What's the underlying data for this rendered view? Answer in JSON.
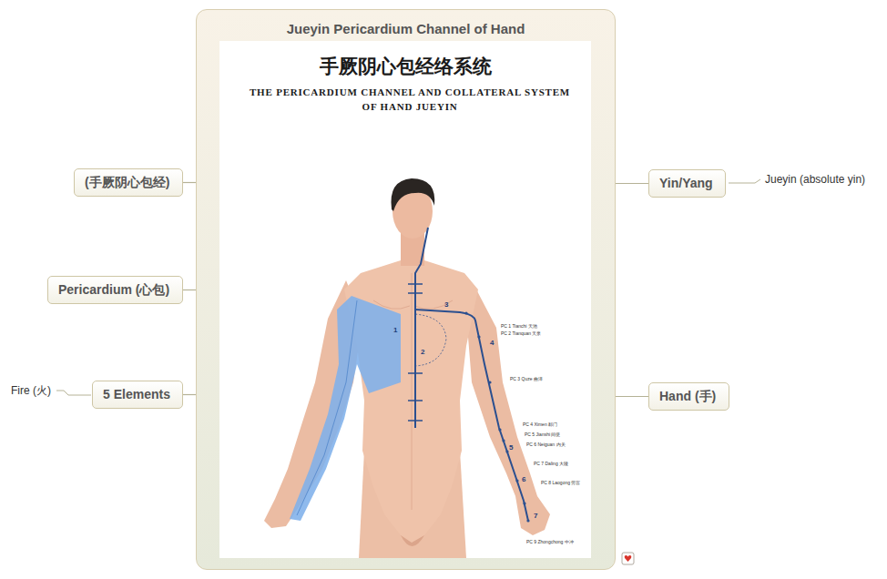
{
  "diagram": {
    "nodes": [
      {
        "text": [
          "Jueyin Pericardium Channel of Hand"
        ]
      },
      {
        "text": [
          "(手厥阴心包经)"
        ]
      },
      {
        "text": [
          "Yin/Yang"
        ]
      },
      {
        "text": [
          "Pericardium (心包)"
        ]
      },
      {
        "text": [
          "5 Elements"
        ]
      },
      {
        "text": [
          "Hand (手)"
        ]
      }
    ],
    "edges": [
      {
        "from": 0,
        "to": 1,
        "arrow": "none"
      },
      {
        "from": 0,
        "to": 2,
        "arrow": "none"
      },
      {
        "from": 0,
        "to": 3,
        "arrow": "none"
      },
      {
        "from": 0,
        "to": 4,
        "arrow": "none"
      },
      {
        "from": 0,
        "to": 5,
        "arrow": "none"
      }
    ],
    "labels": [
      "手厥阴心包经络系统",
      "THE PERICARDIUM CHANNEL AND COLLATERAL SYSTEM OF HAND JUEYIN",
      "Jueyin (absolute yin)",
      "PC 1 Tianchi 天池",
      "PC 2 Tianquan 天泉",
      "3",
      "1",
      "4",
      "2",
      "PC 3 Quze 曲泽",
      "Fire (火)",
      "PC 4 Ximen 郄门",
      "PC 5 Jianshi 间使",
      "PC 6 Neiguan 内关",
      "5",
      "PC 7 Daling 大陵",
      "6",
      "PC 8 Laogong 劳宫",
      "7",
      "PC 9 Zhongchong 中冲"
    ]
  }
}
